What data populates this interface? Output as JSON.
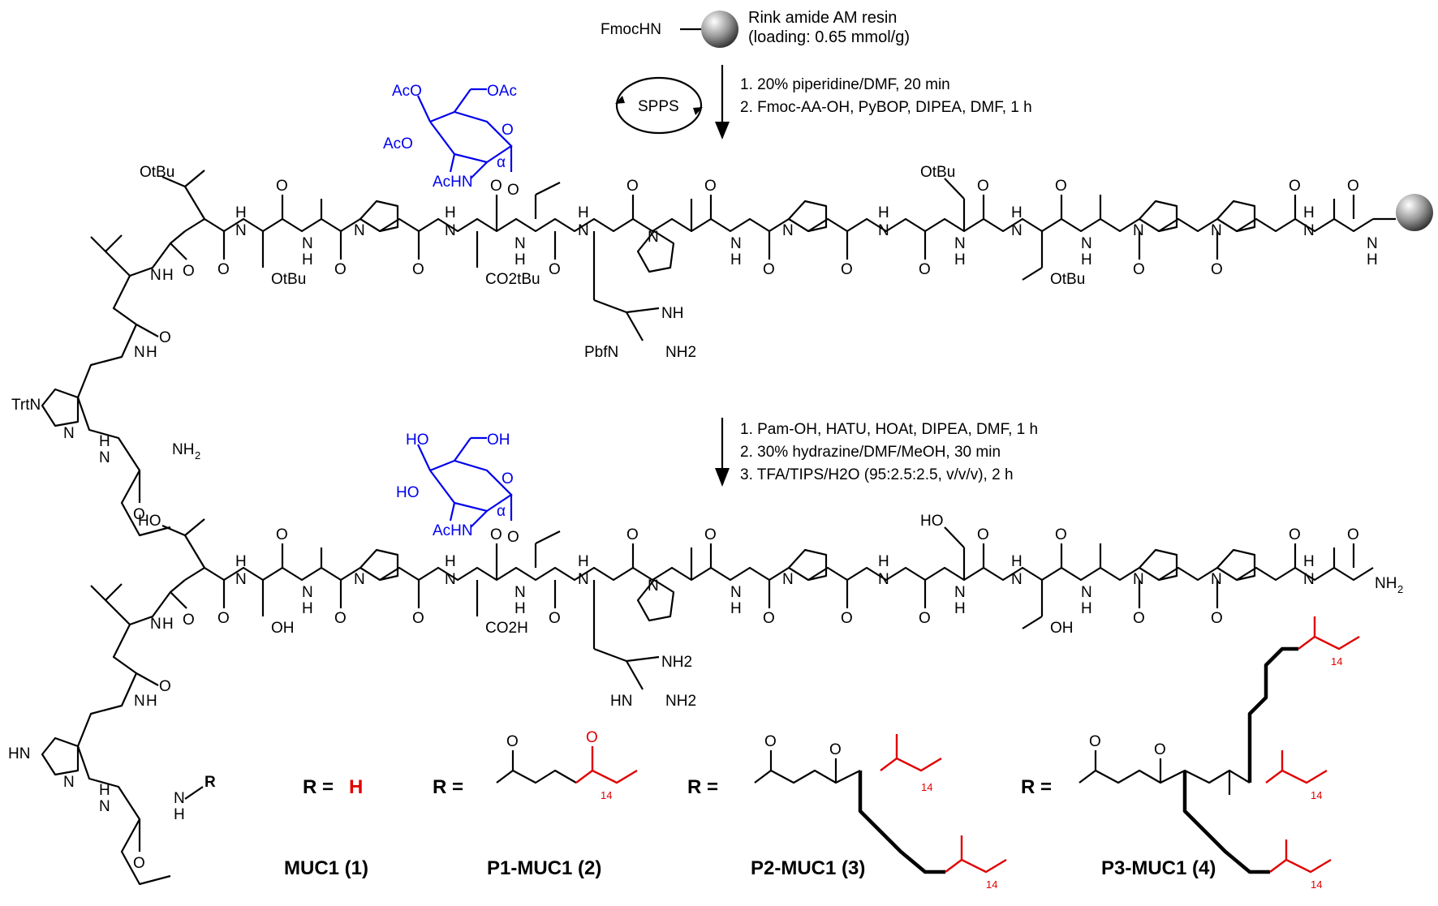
{
  "resin": {
    "fmoc_label": "FmocHN",
    "name": "Rink amide AM resin",
    "loading": "(loading: 0.65 mmol/g)"
  },
  "step1": {
    "cycle_label": "SPPS",
    "conditions": [
      "1. 20% piperidine/DMF, 20 min",
      "2. Fmoc-AA-OH, PyBOP, DIPEA, DMF, 1 h"
    ]
  },
  "step2": {
    "conditions": [
      "1. Pam-OH, HATU, HOAt, DIPEA, DMF, 1 h",
      "2. 30% hydrazine/DMF/MeOH, 30 min",
      "3. TFA/TIPS/H2O (95:2.5:2.5, v/v/v), 2 h"
    ]
  },
  "protected": {
    "sugar": [
      "AcO",
      "OAc",
      "AcO",
      "AcHN",
      "α"
    ],
    "groups": [
      "OtBu",
      "OtBu",
      "CO2tBu",
      "OtBu",
      "OtBu",
      "TrtN",
      "PbfN",
      "NH",
      "NH2"
    ]
  },
  "final": {
    "sugar": [
      "HO",
      "OH",
      "HO",
      "AcHN",
      "α"
    ],
    "groups": [
      "HO",
      "OH",
      "CO2H",
      "HO",
      "OH",
      "HN",
      "NH2",
      "NH2"
    ]
  },
  "r_groups": {
    "r_eq": "R =",
    "r1_value": "H",
    "chain_repeat": "14",
    "compounds": [
      "MUC1 (1)",
      "P1-MUC1 (2)",
      "P2-MUC1 (3)",
      "P3-MUC1 (4)"
    ]
  },
  "colors": {
    "sugar": "#0000ee",
    "lipid": "#e00000"
  }
}
